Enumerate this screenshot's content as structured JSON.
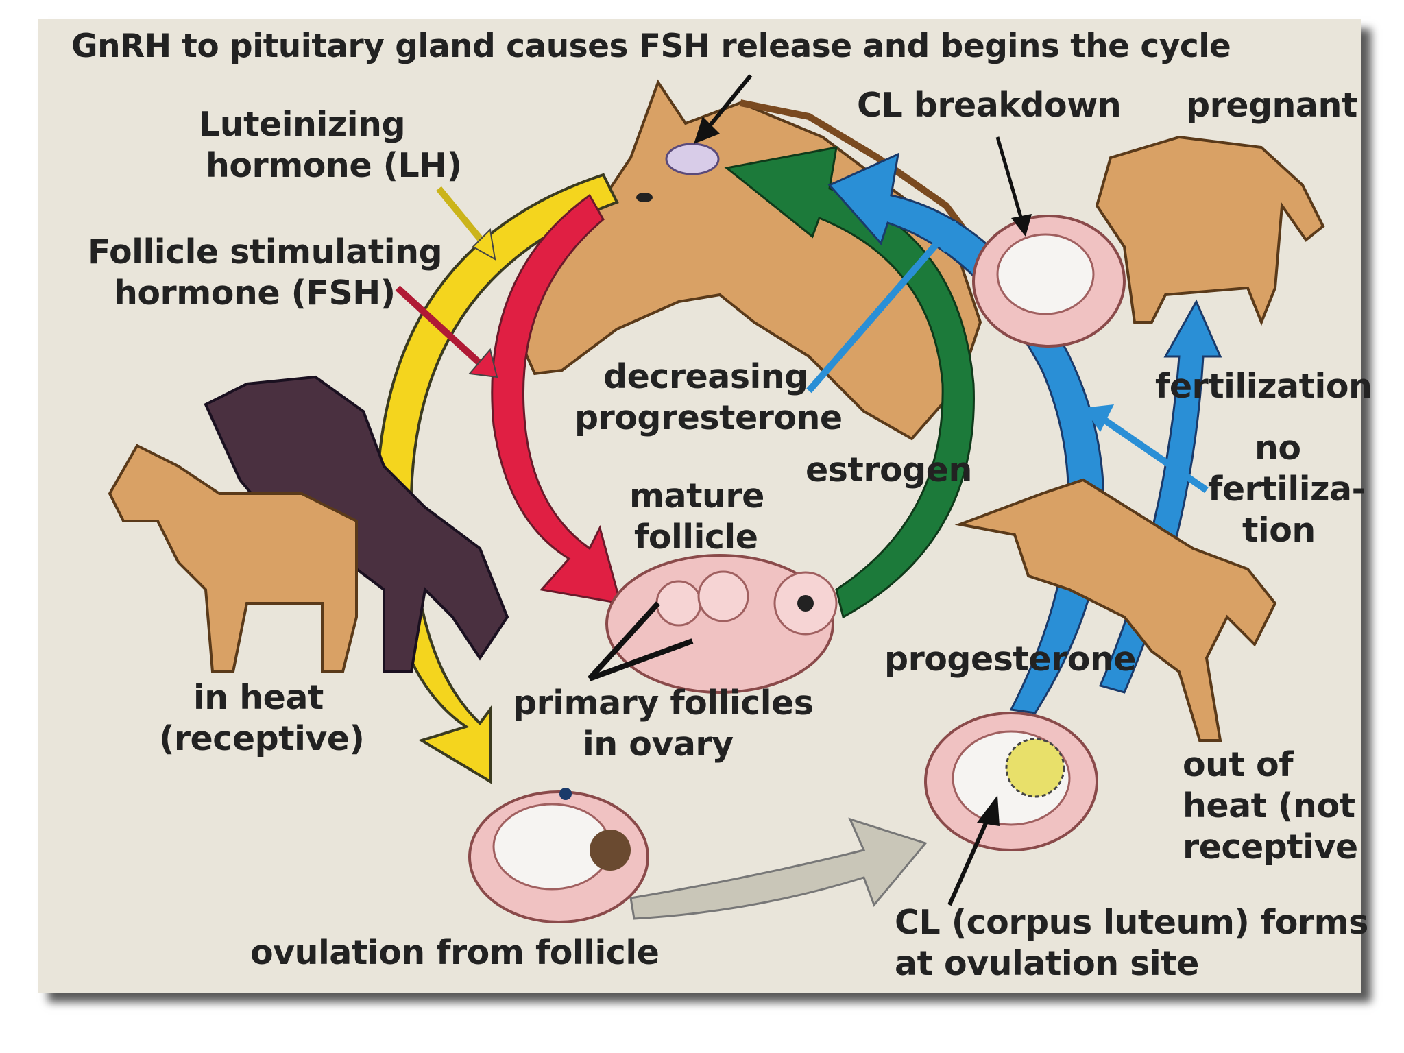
{
  "labels": {
    "gnrh": "GnRH to pituitary gland causes FSH release and begins the cycle",
    "lh_1": "Luteinizing",
    "lh_2": "hormone (LH)",
    "fsh_1": "Follicle stimulating",
    "fsh_2": "hormone (FSH)",
    "cl_breakdown": "CL breakdown",
    "pregnant": "pregnant",
    "decreasing_1": "decreasing",
    "decreasing_2": "progresterone",
    "fertilization": "fertilization",
    "no_fert_1": "no",
    "no_fert_2": "fertiliza-",
    "no_fert_3": "tion",
    "estrogen": "estrogen",
    "mature_1": "mature",
    "mature_2": "follicle",
    "in_heat_1": "in heat",
    "in_heat_2": "(receptive)",
    "progesterone": "progesterone",
    "primary_1": "primary follicles",
    "primary_2": "in ovary",
    "out_heat_1": "out of",
    "out_heat_2": "heat (not",
    "out_heat_3": "receptive",
    "cl_forms_1": "CL (corpus luteum) forms",
    "cl_forms_2": "at ovulation site",
    "ovulation": "ovulation from follicle"
  },
  "colors": {
    "lh_arrow": "#f4d51e",
    "fsh_arrow": "#e01f43",
    "estrogen_arrow": "#1c7a3a",
    "progesterone_arrow": "#2a8fd6",
    "ovulation_arrow": "#c9c6b8",
    "background": "#e9e5da",
    "horse_coat": "#d9a165",
    "dark_horse": "#4a3040",
    "ovary_pink": "#f0c2c2"
  }
}
